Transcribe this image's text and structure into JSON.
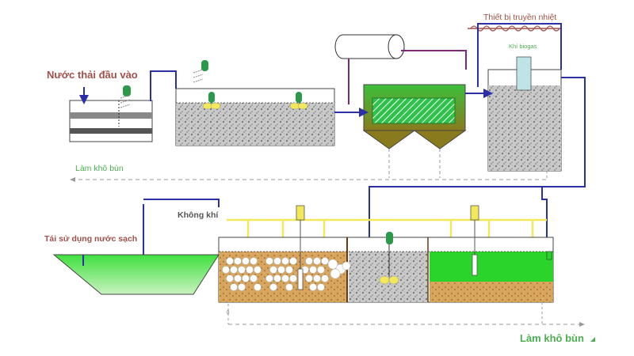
{
  "labels": {
    "influent": "Nước thải đầu vào",
    "heat_exchanger": "Thiết bị truyền nhiệt",
    "biogas": "Khí biogas",
    "sludge_drying_top": "Làm khô bùn",
    "air": "Không khí",
    "reuse_water": "Tái sử dụng nước sạch",
    "sludge_drying_bottom": "Làm khô bùn",
    "small_zero": "0"
  },
  "colors": {
    "pipe_blue": "#2b2fa8",
    "pipe_purple": "#7a2a7a",
    "air_yellow": "#f2e85a",
    "green_media": "#2bd42b",
    "label_brown": "#a0514a",
    "label_green": "#4caf50",
    "dash_gray": "#9a9a9a"
  }
}
